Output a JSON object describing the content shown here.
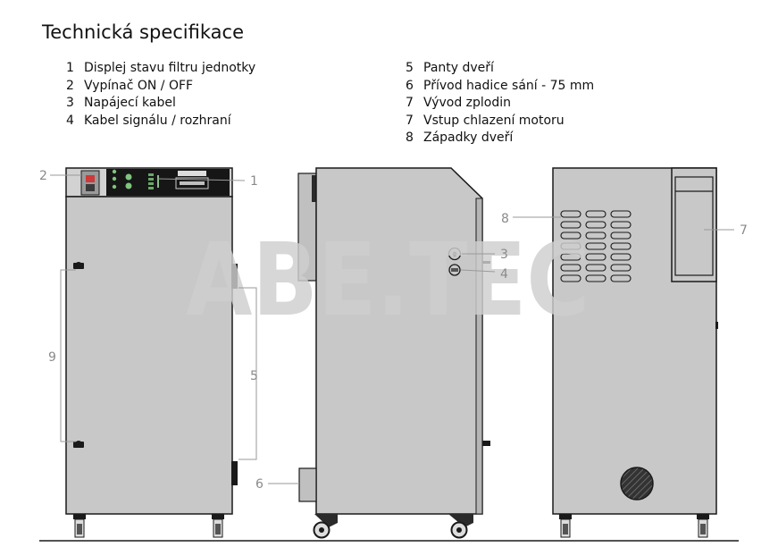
{
  "title": "Technická specifikace",
  "legend_left": [
    {
      "num": "1",
      "text": "Displej stavu filtru  jednotky"
    },
    {
      "num": "2",
      "text": "Vypínač ON / OFF"
    },
    {
      "num": "3",
      "text": "Napájecí kabel"
    },
    {
      "num": "4",
      "text": "Kabel signálu / rozhraní"
    }
  ],
  "legend_right": [
    {
      "num": "5",
      "text": "Panty dveří"
    },
    {
      "num": "6",
      "text": "Přívod hadice sání - 75 mm"
    },
    {
      "num": "7",
      "text": "Vývod zplodin"
    },
    {
      "num": "7",
      "text": "Vstup chlazení motoru"
    },
    {
      "num": "8",
      "text": "Západky dveří"
    }
  ],
  "callouts": {
    "c1": "1",
    "c2": "2",
    "c3": "3",
    "c4": "4",
    "c5": "5",
    "c6": "6",
    "c7": "7",
    "c8": "8",
    "c9": "9"
  },
  "watermark": "ABE.TEC",
  "colors": {
    "body": "#c8c8c8",
    "body_side": "#c0c0c0",
    "outline": "#1a1a1a",
    "panel": "#161616",
    "display_green": "#7fc47f",
    "callout": "#8a8a8a"
  }
}
